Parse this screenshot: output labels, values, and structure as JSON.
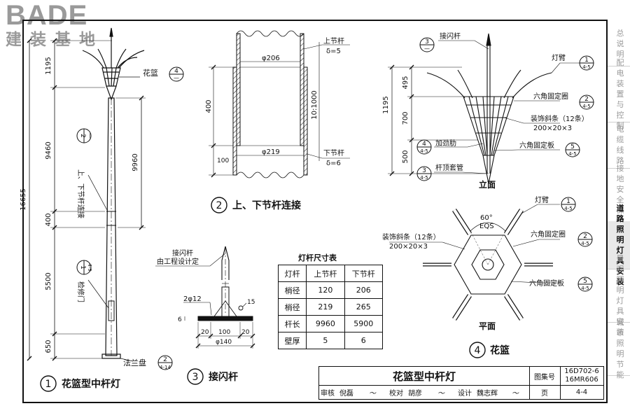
{
  "logo": {
    "brand": "BADE",
    "subtitle": "建装基地"
  },
  "sidebar": {
    "items": [
      {
        "label": "总说明"
      },
      {
        "label": "配电装置与控制"
      },
      {
        "label": "电缆线路"
      },
      {
        "label": "接地安全保护"
      },
      {
        "label": "道路照明灯具安装",
        "active": true
      },
      {
        "label": "景观照明灯具安装"
      },
      {
        "label": "城市照明节能"
      }
    ]
  },
  "drawing1": {
    "title": "花篮型中杆灯",
    "num": "1",
    "dims": {
      "d1195": "1195",
      "d9460": "9460",
      "d400": "400",
      "d5500": "5500",
      "d650": "650",
      "d16655": "16655",
      "d9960": "9960"
    },
    "labels": {
      "basket": "花篮",
      "joint": "上、下节杆连接",
      "door": "检修门",
      "flange": "法兰盘"
    },
    "refs": {
      "basket_top": "4",
      "basket_bot": "—",
      "joint_top": "2",
      "joint_bot": "—",
      "door_top": "1",
      "door_bot": "4-9",
      "flange_top": "2",
      "flange_bot": "4-14"
    }
  },
  "drawing2": {
    "title": "上、下节杆连接",
    "num": "2",
    "labels": {
      "upper": "上节杆",
      "upper_t": "δ=5",
      "lower": "下节杆",
      "lower_t": "δ=6",
      "dia_top": "φ206",
      "dia_bot": "φ219",
      "h400": "400",
      "h100": "100",
      "taper": "10:1000"
    }
  },
  "drawing3": {
    "title": "接闪杆",
    "num": "3",
    "labels": {
      "rod": "接闪杆",
      "rod_note": "由工程设计定",
      "hole": "2φ12",
      "n15": "15",
      "n6": "6",
      "d20a": "20",
      "d100": "100",
      "d20b": "20",
      "d140": "φ140"
    }
  },
  "spec_table": {
    "title": "灯杆尺寸表",
    "header": [
      "灯杆",
      "上节杆",
      "下节杆"
    ],
    "rows": [
      [
        "梢径",
        "120",
        "206"
      ],
      [
        "梢径",
        "219",
        "265"
      ],
      [
        "杆长",
        "9960",
        "5900"
      ],
      [
        "壁厚",
        "5",
        "6"
      ]
    ]
  },
  "drawing4": {
    "title": "花篮",
    "num": "4",
    "elevation_title": "立面",
    "plan_title": "平面",
    "labels": {
      "rod": "接闪杆",
      "arm": "灯臂",
      "ring": "六角固定圈",
      "strip": "装饰斜条（12条）",
      "strip_dim": "200×20×3",
      "rib": "加劲肋",
      "plate": "六角固定板",
      "sleeve": "杆顶套管",
      "arm_p": "灯臂",
      "ring_p": "六角固定圈",
      "strip_p": "装饰斜条（12条）",
      "strip_dim_p": "200×20×3",
      "plate_p": "六角固定板",
      "angle": "60°",
      "eqs": "EQS",
      "d1195": "1195",
      "d495": "495",
      "d700": "700",
      "d500": "500"
    },
    "refs": {
      "rod_t": "3",
      "rod_b": "—",
      "arm_t": "1",
      "arm_b": "4-5",
      "ring_t": "2",
      "ring_b": "4-5",
      "rib_t": "4",
      "rib_b": "4-5",
      "plate_t": "5",
      "plate_b": "4-5",
      "sleeve_t": "3",
      "sleeve_b": "4-5",
      "armp_t": "1",
      "armp_b": "4-5",
      "ringp_t": "2",
      "ringp_b": "4-5",
      "platep_t": "5",
      "platep_b": "4-5"
    }
  },
  "title_block": {
    "title": "花篮型中杆灯",
    "atlas_label": "图集号",
    "atlas_no": "16D702-6",
    "atlas_no2": "16MR606",
    "page_label": "页",
    "page_no": "4-4",
    "review_label": "审核",
    "reviewer": "倪磊",
    "check_label": "校对",
    "checker": "胡彦",
    "design_label": "设计",
    "designer": "魏志辉"
  }
}
